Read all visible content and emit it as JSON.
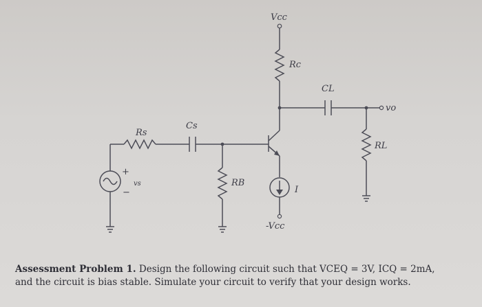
{
  "circuit": {
    "labels": {
      "vcc_top": "Vcc",
      "rc": "Rc",
      "cl": "CL",
      "vo": "vo",
      "rs": "Rs",
      "cs": "Cs",
      "rl": "RL",
      "vs": "vs",
      "rb": "RB",
      "i": "I",
      "vcc_bottom": "-Vcc",
      "plus": "+",
      "minus": "−"
    }
  },
  "problem": {
    "heading": "Assessment Problem 1.",
    "line1": " Design the following circuit such that VCEQ = 3V, ICQ = 2mA,",
    "line2": "and the circuit is bias stable. Simulate your circuit to verify that your design works."
  }
}
